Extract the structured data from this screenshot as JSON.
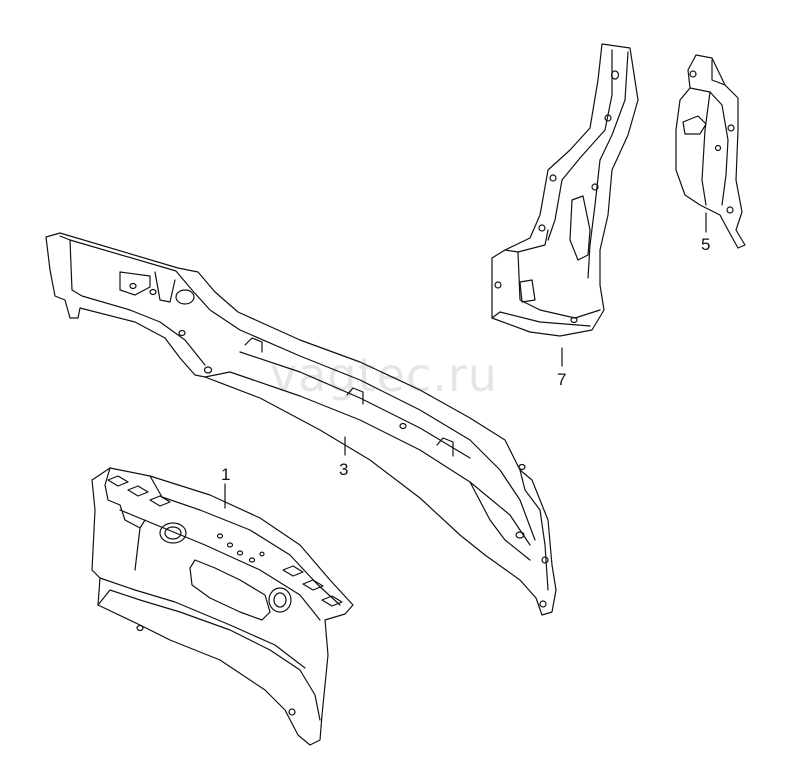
{
  "watermark": "vagtec.ru",
  "callouts": {
    "part_1": "1",
    "part_3": "3",
    "part_5": "5",
    "part_7": "7"
  },
  "colors": {
    "line": "#111111",
    "background": "#ffffff",
    "shade": "#bdbdbd"
  }
}
